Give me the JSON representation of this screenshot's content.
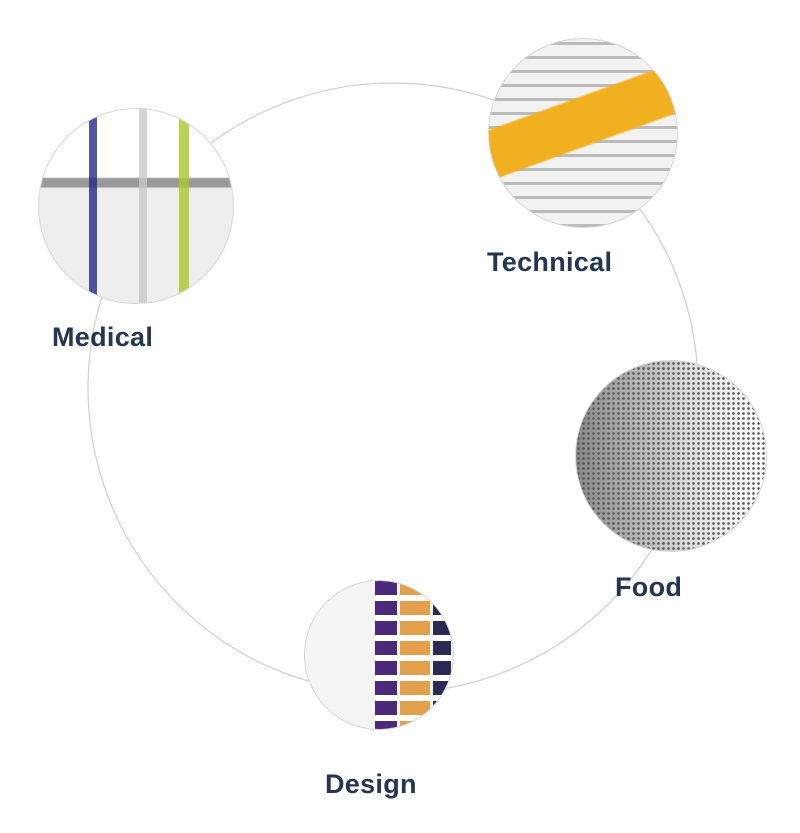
{
  "diagram": {
    "title_hidden": null,
    "segments": [
      {
        "id": "medical",
        "label": "Medical",
        "icon": "medical-instruments-photo"
      },
      {
        "id": "technical",
        "label": "Technical",
        "icon": "technical-wire-basket-photo"
      },
      {
        "id": "food",
        "label": "Food",
        "icon": "food-perforated-basket-photo"
      },
      {
        "id": "design",
        "label": "Design",
        "icon": "design-capsule-holder-photo"
      }
    ],
    "colors": {
      "label": "#253650",
      "ring": "#cfcfcf"
    }
  }
}
